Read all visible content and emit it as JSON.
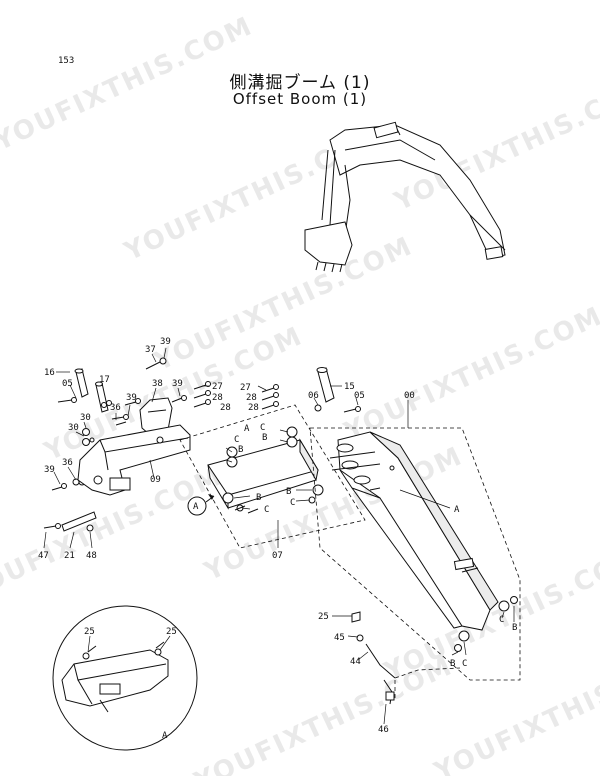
{
  "page_number": "153",
  "title_jp": "側溝掘ブーム (1)",
  "title_en": "Offset Boom (1)",
  "watermark": "YOUFIXTHIS.COM",
  "callouts": {
    "c16": "16",
    "c05a": "05",
    "c17": "17",
    "c36a": "36",
    "c39a": "39",
    "c30a": "30",
    "c30b": "30",
    "c39b": "39",
    "c36b": "36",
    "c37": "37",
    "c39c": "39",
    "c38": "38",
    "c39d": "39",
    "c09": "09",
    "c47": "47",
    "c21": "21",
    "c48": "48",
    "c27a": "27",
    "c28a": "28",
    "c28b": "28",
    "c27b": "27",
    "c28c": "28",
    "c28d": "28",
    "cA1": "A",
    "cC1": "C",
    "cB1": "B",
    "cC2": "C",
    "cB2": "B",
    "cB3": "B",
    "cC3": "C",
    "cB4": "B",
    "cC4": "C",
    "c07": "07",
    "c06": "06",
    "c15": "15",
    "c05b": "05",
    "c00": "00",
    "cA2": "A",
    "cC5": "C",
    "cB5": "B",
    "cB6": "B",
    "cC6": "C",
    "c25a": "25",
    "c45": "45",
    "c44": "44",
    "c46": "46",
    "c25b": "25",
    "c25c": "25",
    "cAdetail": "A",
    "cAcircle": "A"
  }
}
